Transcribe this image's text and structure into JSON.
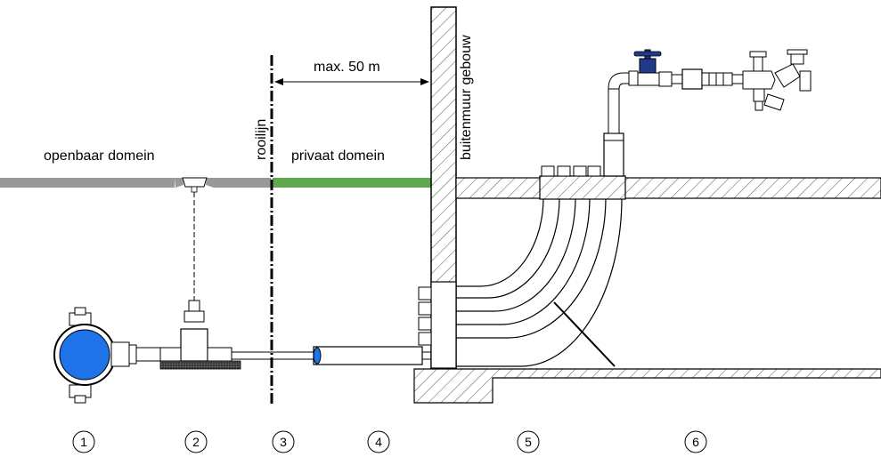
{
  "labels": {
    "public_domain": "openbaar domein",
    "private_domain": "privaat domein",
    "building_line": "rooilijn",
    "outer_wall": "buitenmuur gebouw",
    "max_distance": "max. 50 m"
  },
  "markers": [
    "1",
    "2",
    "3",
    "4",
    "5",
    "6"
  ],
  "colors": {
    "public_ground": "#999999",
    "private_ground": "#5ea850",
    "main_pipe": "#1e73e8",
    "valve_handle": "#1f3a8a",
    "line": "#000000"
  }
}
